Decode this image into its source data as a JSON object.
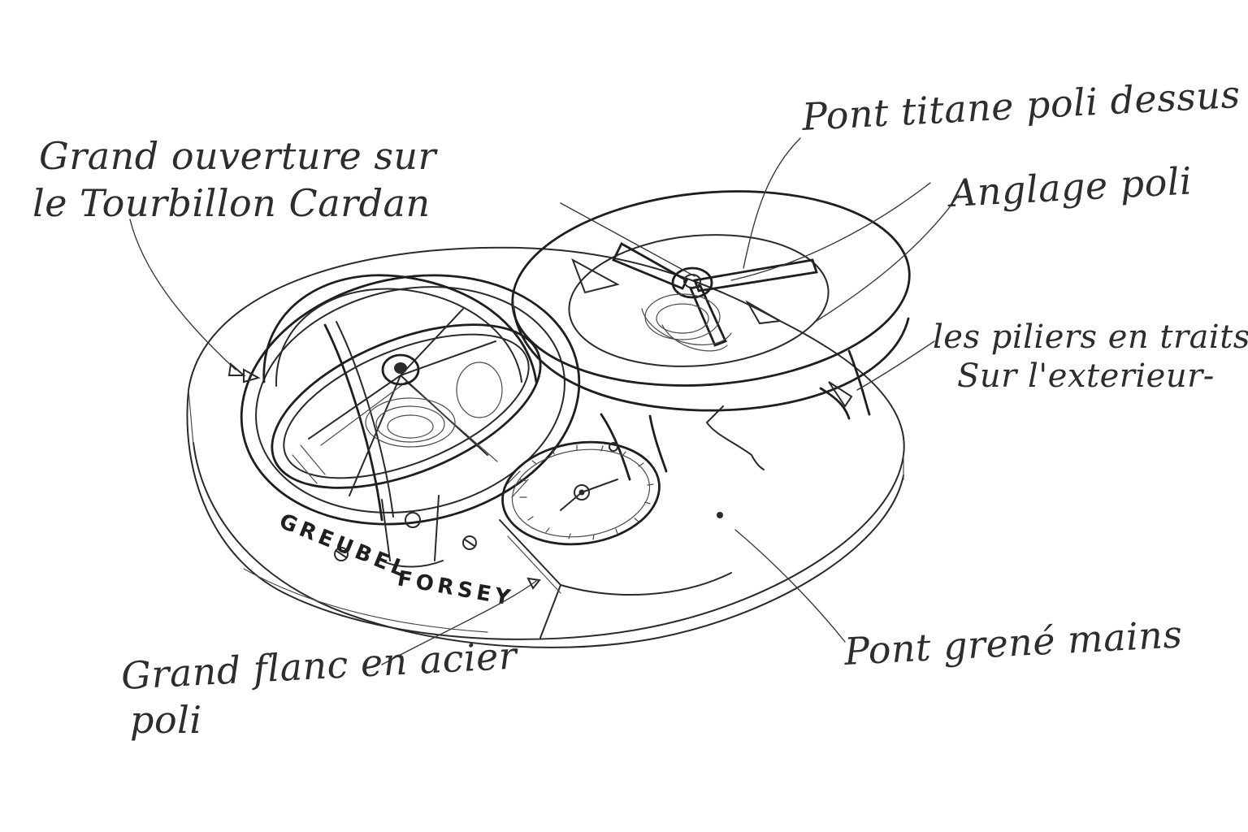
{
  "annotations": {
    "tourbillon_line1": "Grand ouverture sur",
    "tourbillon_line2": "le Tourbillon Cardan",
    "titanium_bridge": "Pont titane poli dessus",
    "bevel": "Anglage poli",
    "pillars_line1": "les piliers en traits-tirés",
    "pillars_line2": "Sur l'exterieur-",
    "frosted_bridge": "Pont grené mains",
    "flank_line1": "Grand flanc en acier",
    "flank_line2": "poli"
  },
  "engraving": {
    "brand_left": "GREUBEL",
    "brand_right": "FORSEY"
  },
  "colors": {
    "ink": "#2a2a2a",
    "paper": "#ffffff"
  }
}
